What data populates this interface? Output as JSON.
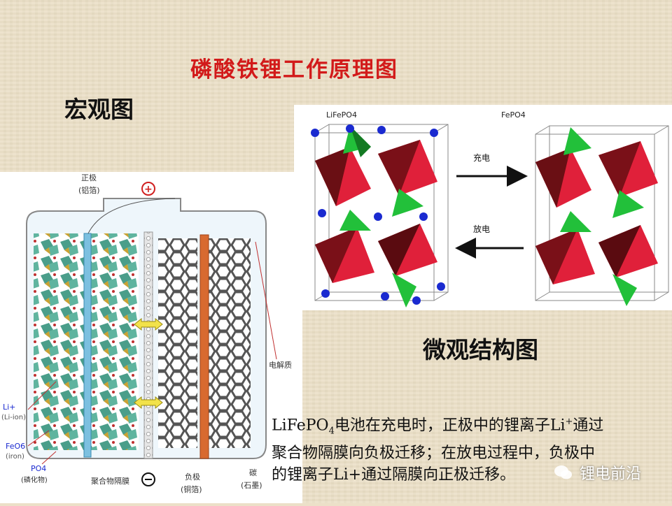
{
  "title": "磷酸铁锂工作原理图",
  "macro_label": "宏观图",
  "micro_label": "微观结构图",
  "battery": {
    "positive_electrode": "正极",
    "positive_foil": "(铝箔)",
    "plus_symbol": "⊕",
    "minus_symbol": "⊖",
    "separator": "聚合物隔膜",
    "negative_electrode": "负极",
    "negative_foil": "(铜箔)",
    "electrolyte": "电解质",
    "carbon": "碳",
    "graphite": "(石墨)",
    "li_ion": "Li+",
    "li_ion_en": "(Li-ion)",
    "fe": "FeO6",
    "fe_en": "(iron)",
    "po4": "PO4",
    "po4_cn": "(磷化物)"
  },
  "crystal": {
    "left_label": "LiFePO4",
    "right_label": "FePO4",
    "charge": "充电",
    "discharge": "放电"
  },
  "description": {
    "line1_a": "LiFePO",
    "line1_sub": "4",
    "line1_b": "电池在充电时，正极中的锂离子Li",
    "line1_sup": "+",
    "line1_c": "通过",
    "line2": "聚合物隔膜向负极迁移；在放电过程中，负极中",
    "line3": "的锂离子Li+通过隔膜向正极迁移。"
  },
  "watermark": "锂电前沿",
  "colors": {
    "title": "#d21a1a",
    "red_octa": "#e0203a",
    "green_tetra": "#22c03a",
    "blue_atom": "#1a2ad0"
  }
}
